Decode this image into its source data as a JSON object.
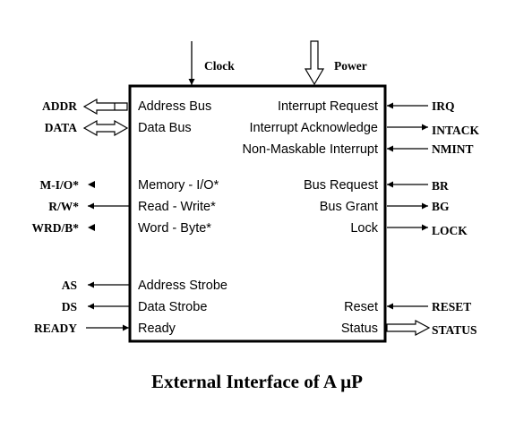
{
  "top_signals": {
    "clock": "Clock",
    "power": "Power"
  },
  "left_internal": {
    "address_bus": "Address Bus",
    "data_bus": "Data Bus",
    "memory_io": "Memory - I/O*",
    "read_write": "Read - Write*",
    "word_byte": "Word - Byte*",
    "address_strobe": "Address Strobe",
    "data_strobe": "Data Strobe",
    "ready": "Ready"
  },
  "right_internal": {
    "interrupt_request": "Interrupt Request",
    "interrupt_acknowledge": "Interrupt Acknowledge",
    "non_maskable_interrupt": "Non-Maskable Interrupt",
    "bus_request": "Bus Request",
    "bus_grant": "Bus Grant",
    "lock": "Lock",
    "reset": "Reset",
    "status": "Status"
  },
  "left_pins": {
    "addr": "ADDR",
    "data": "DATA",
    "m_io": "M-I/O*",
    "r_w": "R/W*",
    "wrd_b": "WRD/B*",
    "as": "AS",
    "ds": "DS",
    "ready": "READY"
  },
  "right_pins": {
    "irq": "IRQ",
    "intack": "INTACK",
    "nmint": "NMINT",
    "br": "BR",
    "bg": "BG",
    "lock": "LOCK",
    "reset": "RESET",
    "status": "STATUS"
  },
  "caption": "External Interface of A µP"
}
